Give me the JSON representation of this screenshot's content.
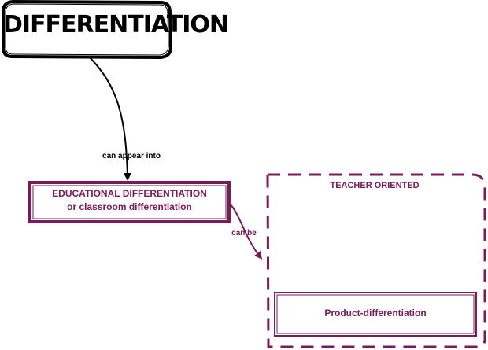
{
  "nodes": {
    "differentiation": {
      "label": "DIFFERENTIATION"
    },
    "educational": {
      "line1": "EDUCATIONAL DIFFERENTIATION",
      "line2": "or classroom differentiation"
    },
    "teacher_group": {
      "label": "TEACHER ORIENTED"
    },
    "product": {
      "label": "Product-differentiation"
    }
  },
  "edges": {
    "differentiation_to_educational": {
      "label": "can appear into"
    },
    "educational_to_teacher": {
      "label": "can be"
    }
  },
  "colors": {
    "ink": "#000000",
    "accent": "#7a1a5b"
  }
}
